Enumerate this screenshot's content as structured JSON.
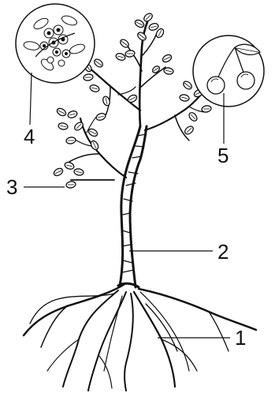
{
  "labels": {
    "roots": "1",
    "trunk": "2",
    "leaves": "3",
    "flowers": "4",
    "fruits": "5"
  },
  "colors": {
    "ink": "#111111",
    "paper": "#ffffff"
  },
  "icons": {
    "flower_inset": "blossom-cluster-icon",
    "fruit_inset": "cherries-icon"
  }
}
